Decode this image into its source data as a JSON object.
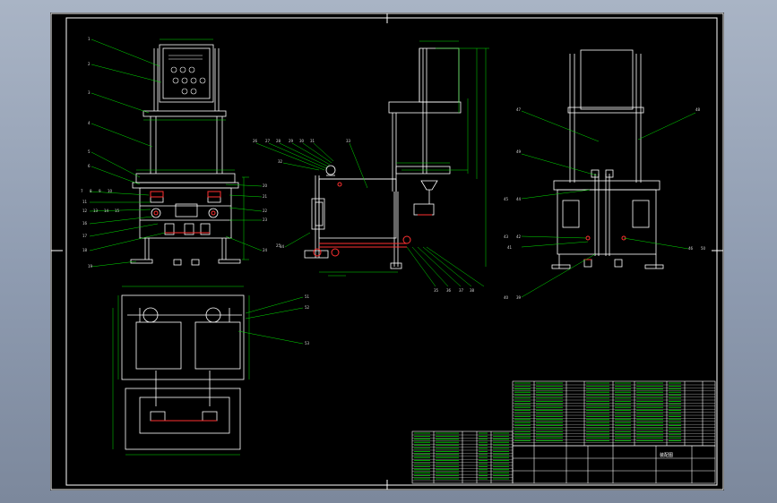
{
  "drawing": {
    "left_view_parts": [
      "1",
      "2",
      "3",
      "4",
      "5",
      "6",
      "7",
      "8",
      "9",
      "10",
      "11",
      "12",
      "13",
      "14",
      "15",
      "16",
      "17",
      "18",
      "19",
      "20",
      "21",
      "22",
      "23",
      "24",
      "25"
    ],
    "side_view_parts": [
      "26",
      "27",
      "28",
      "29",
      "30",
      "31",
      "32",
      "33",
      "34",
      "35",
      "36",
      "37",
      "38"
    ],
    "right_view_parts": [
      "39",
      "40",
      "41",
      "42",
      "43",
      "44",
      "45",
      "46",
      "47",
      "48",
      "49",
      "50"
    ],
    "bottom_view_parts": [
      "51",
      "52",
      "53"
    ],
    "title_block": {
      "title": "装配图"
    }
  },
  "colors": {
    "background": "#8d9aae",
    "sheet": "#000000",
    "frame": "#ffffff",
    "geometry": "#ffffff",
    "leader": "#00e000",
    "dimension": "#00e000",
    "highlight": "#ff3030",
    "table_text": "#ffffff"
  }
}
